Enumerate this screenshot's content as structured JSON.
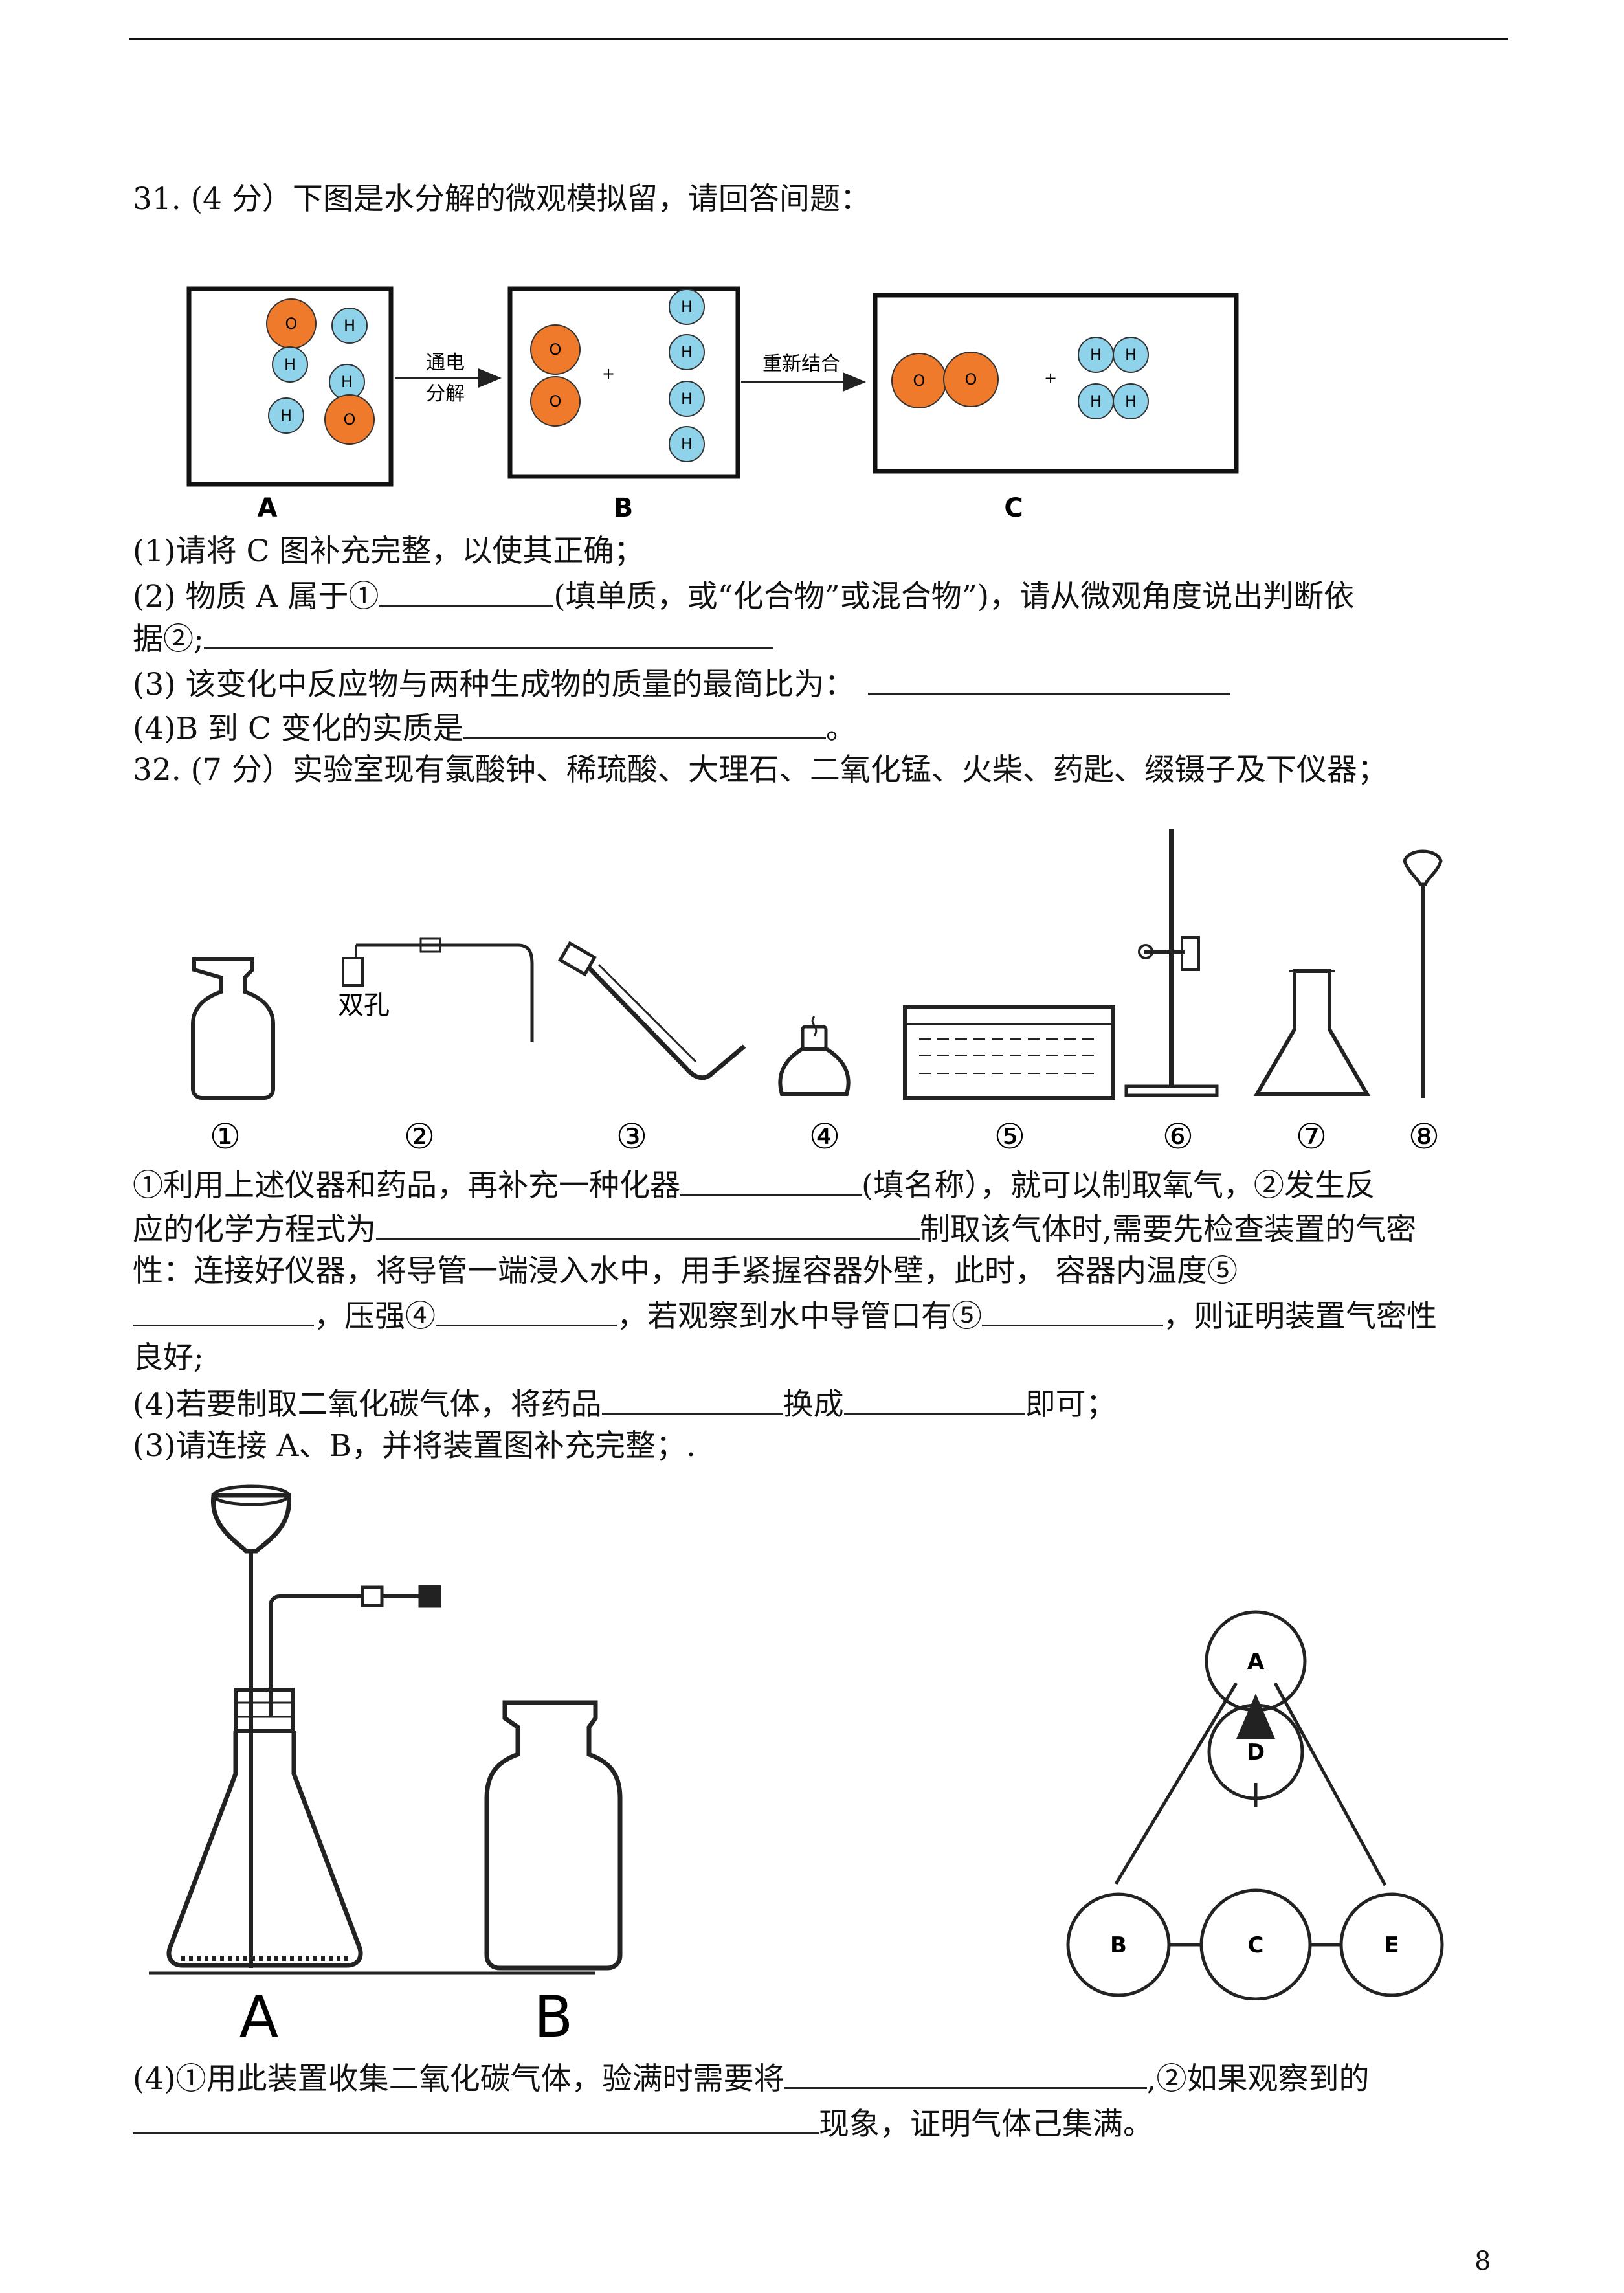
{
  "q31": {
    "title": "31. (4 分）下图是水分解的微观模拟留，请回答间题：",
    "diagram": {
      "labels": [
        "A",
        "B",
        "C"
      ],
      "arrow1_top": "通电",
      "arrow1_bottom": "分解",
      "arrow2_top": "重新结合",
      "plus": "+",
      "atom_o": "O",
      "atom_h": "H",
      "colors": {
        "oxygen": "#F07A2C",
        "hydrogen": "#8FD3EA",
        "outline": "#222222"
      }
    },
    "p1": "(1)请将 C 图补充完整，以使其正确；",
    "p2a": "(2) 物质 A 属于①",
    "p2b": "(填单质，或“化合物”或混合物”)，请从微观角度说出判断依",
    "p2c": "据②;",
    "p3": "(3) 该变化中反应物与两种生成物的质量的最简比为：",
    "p4a": "(4)B 到 C 变化的实质是",
    "p4b": "。"
  },
  "q32": {
    "title": "32. (7 分）实验室现有氯酸钟、稀琉酸、大理石、二氧化锰、火柴、药匙、缀镊子及下仪器；",
    "apparatus": {
      "numbers": [
        "①",
        "②",
        "③",
        "④",
        "⑤",
        "⑥",
        "⑦",
        "⑧"
      ],
      "stopper_label": "双孔"
    },
    "l1a": "①利用上述仪器和药品，再补充一种化器",
    "l1b": "(填名称），就可以制取氧气，②发生反",
    "l2a": "应的化学方程式为",
    "l2b": "制取该气体时,需要先检查装置的气密",
    "l3": "性：连接好仪器，将导管一端浸入水中，用手紧握容器外壁，此时，  容器内温度⑤",
    "l4a": "，压强④",
    "l4b": "，若观察到水中导管口有⑤",
    "l4c": "，则证明装置气密性",
    "l5": "良好;",
    "l6a": "(4)若要制取二氧化碳气体，将药品",
    "l6b": "换成",
    "l6c": "即可；",
    "l7": "(3)请连接 A、B，并将装置图补充完整；.",
    "fig_labels": [
      "A",
      "B"
    ],
    "circles": [
      "A",
      "D",
      "B",
      "C",
      "E"
    ],
    "l8a": "(4)①用此装置收集二氧化碳气体，验满时需要将",
    "l8b": ",②如果观察到的",
    "l9": "现象，证明气体己集满。"
  },
  "page_number": "8"
}
